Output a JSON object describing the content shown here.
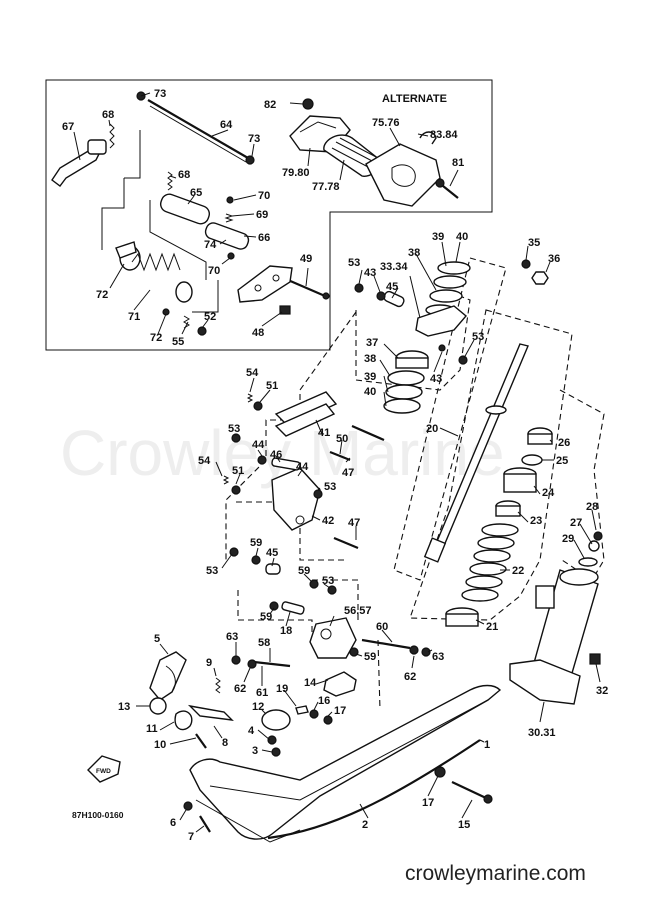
{
  "watermark": "Crowley Marine",
  "site_url": "crowleymarine.com",
  "drawing_code": "87H100-0160",
  "alternate_label": "ALTERNATE",
  "fwd_label": "FWD",
  "callouts": {
    "c1": "73",
    "c2": "68",
    "c3": "64",
    "c4": "67",
    "c5": "73",
    "c6": "82",
    "c7": "75.76",
    "c8": "83.84",
    "c9": "79.80",
    "c10": "77.78",
    "c11": "81",
    "c12": "68",
    "c13": "65",
    "c14": "70",
    "c15": "69",
    "c16": "66",
    "c17": "74",
    "c18": "70",
    "c19": "72",
    "c20": "71",
    "c21": "72",
    "c22": "55",
    "c23": "52",
    "c24": "49",
    "c25": "48",
    "c26": "53",
    "c27": "43",
    "c28": "33.34",
    "c29": "38",
    "c30": "39",
    "c31": "40",
    "c32": "35",
    "c33": "36",
    "c34": "45",
    "c35": "53",
    "c36": "37",
    "c37": "38",
    "c38": "43",
    "c39": "39",
    "c40": "40",
    "c41": "54",
    "c42": "51",
    "c43": "53",
    "c44": "41",
    "c45": "50",
    "c46": "44",
    "c47": "46",
    "c48": "20",
    "c49": "26",
    "c50": "25",
    "c51": "47",
    "c52": "54",
    "c53": "51",
    "c54": "44",
    "c55": "53",
    "c56": "24",
    "c57": "42",
    "c58": "23",
    "c59": "47",
    "c60": "28",
    "c61": "27",
    "c62": "29",
    "c63": "53",
    "c64": "59",
    "c65": "45",
    "c66": "59",
    "c67": "53",
    "c68": "22",
    "c69": "59",
    "c70": "18",
    "c71": "56.57",
    "c72": "60",
    "c73": "21",
    "c74": "5",
    "c75": "63",
    "c76": "58",
    "c77": "59",
    "c78": "9",
    "c79": "62",
    "c80": "61",
    "c81": "62",
    "c82": "63",
    "c83": "13",
    "c84": "19",
    "c85": "14",
    "c86": "16",
    "c87": "12",
    "c88": "17",
    "c89": "30.31",
    "c90": "32",
    "c91": "11",
    "c92": "8",
    "c93": "10",
    "c94": "4",
    "c95": "3",
    "c96": "1",
    "c97": "17",
    "c98": "6",
    "c99": "7",
    "c100": "2",
    "c101": "15"
  }
}
